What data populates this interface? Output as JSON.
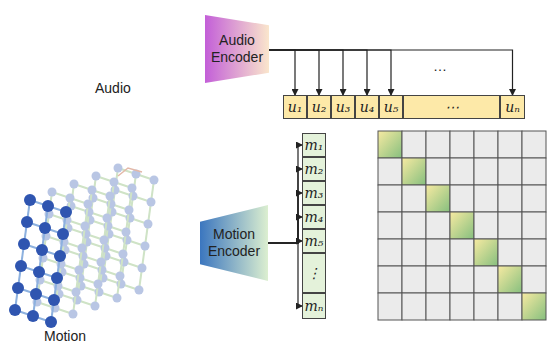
{
  "diagram": {
    "nodes": [
      {
        "text": [
          "Audio Encoder"
        ]
      },
      {
        "text": [
          "Motion Encoder"
        ]
      },
      {
        "text": [
          "u₁"
        ]
      },
      {
        "text": [
          "u₂"
        ]
      },
      {
        "text": [
          "u₃"
        ]
      },
      {
        "text": [
          "u₄"
        ]
      },
      {
        "text": [
          "u₅"
        ]
      },
      {
        "text": [
          "⋯"
        ]
      },
      {
        "text": [
          "uₙ"
        ]
      },
      {
        "text": [
          "m₁"
        ]
      },
      {
        "text": [
          "m₂"
        ]
      },
      {
        "text": [
          "m₃"
        ]
      },
      {
        "text": [
          "m₄"
        ]
      },
      {
        "text": [
          "m₅"
        ]
      },
      {
        "text": [
          "⋮"
        ]
      },
      {
        "text": [
          "mₙ"
        ]
      }
    ],
    "edges": [
      {
        "from": 0,
        "to": 2,
        "arrow": "to"
      },
      {
        "from": 0,
        "to": 3,
        "arrow": "to"
      },
      {
        "from": 0,
        "to": 4,
        "arrow": "to"
      },
      {
        "from": 0,
        "to": 5,
        "arrow": "to"
      },
      {
        "from": 0,
        "to": 6,
        "arrow": "to"
      },
      {
        "from": 0,
        "to": 8,
        "arrow": "to"
      },
      {
        "from": 1,
        "to": 9,
        "arrow": "to"
      },
      {
        "from": 1,
        "to": 10,
        "arrow": "to"
      },
      {
        "from": 1,
        "to": 11,
        "arrow": "to"
      },
      {
        "from": 1,
        "to": 12,
        "arrow": "to"
      },
      {
        "from": 1,
        "to": 13,
        "arrow": "to"
      },
      {
        "from": 1,
        "to": 15,
        "arrow": "to"
      }
    ],
    "labels": [
      "Audio",
      "Motion",
      "…"
    ]
  }
}
